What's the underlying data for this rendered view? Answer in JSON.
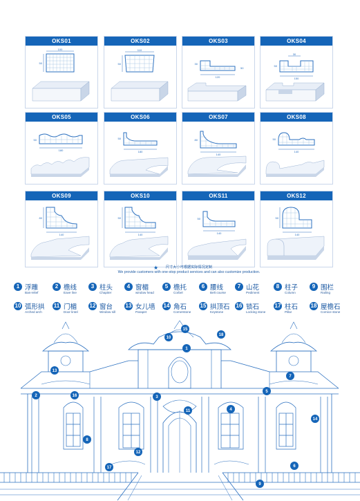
{
  "products": [
    {
      "code": "OKS01",
      "dims": [
        "100",
        "50"
      ]
    },
    {
      "code": "OKS02",
      "dims": [
        "110",
        "50"
      ]
    },
    {
      "code": "OKS03",
      "dims": [
        "30",
        "120",
        "50"
      ]
    },
    {
      "code": "OKS04",
      "dims": [
        "50",
        "30",
        "150"
      ]
    },
    {
      "code": "OKS05",
      "dims": [
        "50",
        "180"
      ]
    },
    {
      "code": "OKS06",
      "dims": [
        "50",
        "180"
      ]
    },
    {
      "code": "OKS07",
      "dims": [
        "80",
        "140"
      ]
    },
    {
      "code": "OKS08",
      "dims": [
        "50",
        "140"
      ]
    },
    {
      "code": "OKS09",
      "dims": [
        "80",
        "140"
      ]
    },
    {
      "code": "OKS10",
      "dims": [
        "50",
        "140"
      ]
    },
    {
      "code": "OKS11",
      "dims": [
        "50",
        "140"
      ]
    },
    {
      "code": "OKS12",
      "dims": [
        "50",
        "140"
      ]
    }
  ],
  "note": {
    "cn": "尺寸大小可根据实际情况定制",
    "en": "We provide customers with one-stop product services and can also customize production."
  },
  "legend": [
    {
      "num": "1",
      "cn": "浮雕",
      "en": "Bas-relief"
    },
    {
      "num": "2",
      "cn": "檐线",
      "en": "Eave line"
    },
    {
      "num": "3",
      "cn": "柱头",
      "en": "Chapiter"
    },
    {
      "num": "4",
      "cn": "窗楣",
      "en": "window head"
    },
    {
      "num": "5",
      "cn": "檐托",
      "en": "Corbel"
    },
    {
      "num": "6",
      "cn": "腰线",
      "en": "Belt course"
    },
    {
      "num": "7",
      "cn": "山花",
      "en": "Pediment"
    },
    {
      "num": "8",
      "cn": "柱子",
      "en": "Column"
    },
    {
      "num": "9",
      "cn": "围栏",
      "en": "Railing"
    },
    {
      "num": "10",
      "cn": "弧形拱",
      "en": "Arched arch"
    },
    {
      "num": "11",
      "cn": "门楣",
      "en": "Door lintel"
    },
    {
      "num": "12",
      "cn": "窗台",
      "en": "Window sill"
    },
    {
      "num": "13",
      "cn": "女儿墙",
      "en": "Parapet"
    },
    {
      "num": "14",
      "cn": "角石",
      "en": "Cornerstone"
    },
    {
      "num": "15",
      "cn": "拱顶石",
      "en": "Keystone"
    },
    {
      "num": "16",
      "cn": "锁石",
      "en": "Locking stone"
    },
    {
      "num": "17",
      "cn": "柱石",
      "en": "Pillar"
    },
    {
      "num": "18",
      "cn": "屋檐石",
      "en": "Cornice stone"
    }
  ],
  "callouts": [
    "1",
    "2",
    "3",
    "4",
    "5",
    "6",
    "7",
    "8",
    "9",
    "10",
    "11",
    "12",
    "13",
    "14",
    "15",
    "16",
    "17",
    "18"
  ],
  "colors": {
    "primary": "#1565b8",
    "line": "#2a6fbf",
    "pale": "#dfe9f6"
  }
}
